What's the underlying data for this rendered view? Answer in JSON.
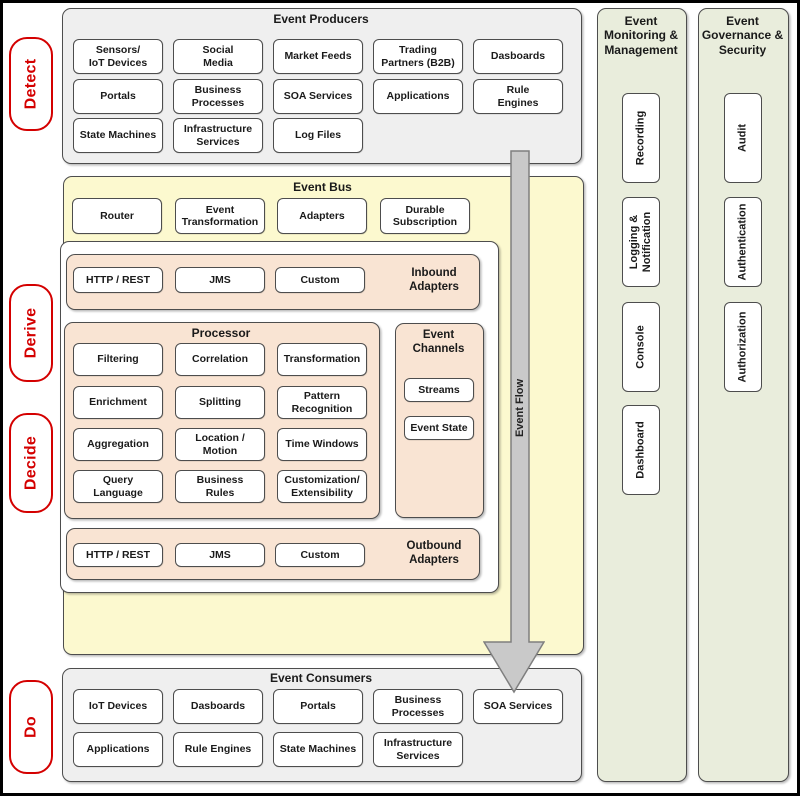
{
  "phases": [
    {
      "label": "Detect"
    },
    {
      "label": "Derive"
    },
    {
      "label": "Decide"
    },
    {
      "label": "Do"
    }
  ],
  "producers": {
    "title": "Event Producers",
    "items": [
      "Sensors/\nIoT Devices",
      "Social\nMedia",
      "Market Feeds",
      "Trading\nPartners (B2B)",
      "Dasboards",
      "Portals",
      "Business\nProcesses",
      "SOA Services",
      "Applications",
      "Rule\nEngines",
      "State Machines",
      "Infrastructure\nServices",
      "Log Files"
    ]
  },
  "event_bus": {
    "title": "Event Bus",
    "items": [
      "Router",
      "Event\nTransformation",
      "Adapters",
      "Durable\nSubscription"
    ]
  },
  "inbound_adapters": {
    "label": "Inbound\nAdapters",
    "items": [
      "HTTP / REST",
      "JMS",
      "Custom"
    ]
  },
  "processor": {
    "title": "Processor",
    "items": [
      "Filtering",
      "Correlation",
      "Transformation",
      "Enrichment",
      "Splitting",
      "Pattern\nRecognition",
      "Aggregation",
      "Location /\nMotion",
      "Time Windows",
      "Query\nLanguage",
      "Business\nRules",
      "Customization/\nExtensibility"
    ]
  },
  "event_channels": {
    "title": "Event\nChannels",
    "items": [
      "Streams",
      "Event State"
    ]
  },
  "outbound_adapters": {
    "label": "Outbound\nAdapters",
    "items": [
      "HTTP / REST",
      "JMS",
      "Custom"
    ]
  },
  "event_flow": {
    "label": "Event Flow"
  },
  "consumers": {
    "title": "Event Consumers",
    "items": [
      "IoT Devices",
      "Dasboards",
      "Portals",
      "Business\nProcesses",
      "SOA Services",
      "Applications",
      "Rule Engines",
      "State Machines",
      "Infrastructure\nServices"
    ]
  },
  "monitoring": {
    "title": "Event\nMonitoring &\nManagement",
    "items": [
      "Recording",
      "Logging &\nNotification",
      "Console",
      "Dashboard"
    ]
  },
  "governance": {
    "title": "Event\nGovernance &\nSecurity",
    "items": [
      "Audit",
      "Authentication",
      "Authorization"
    ]
  },
  "colors": {
    "phase_red": "#d40000",
    "producers_consumers_bg": "#efefef",
    "event_bus_yellow": "#fcf9cf",
    "adapters_peach": "#f9e4d3",
    "side_column_green": "#e9eddc",
    "arrow_gray": "#c9c9c9",
    "box_border": "#4d4d4d"
  }
}
